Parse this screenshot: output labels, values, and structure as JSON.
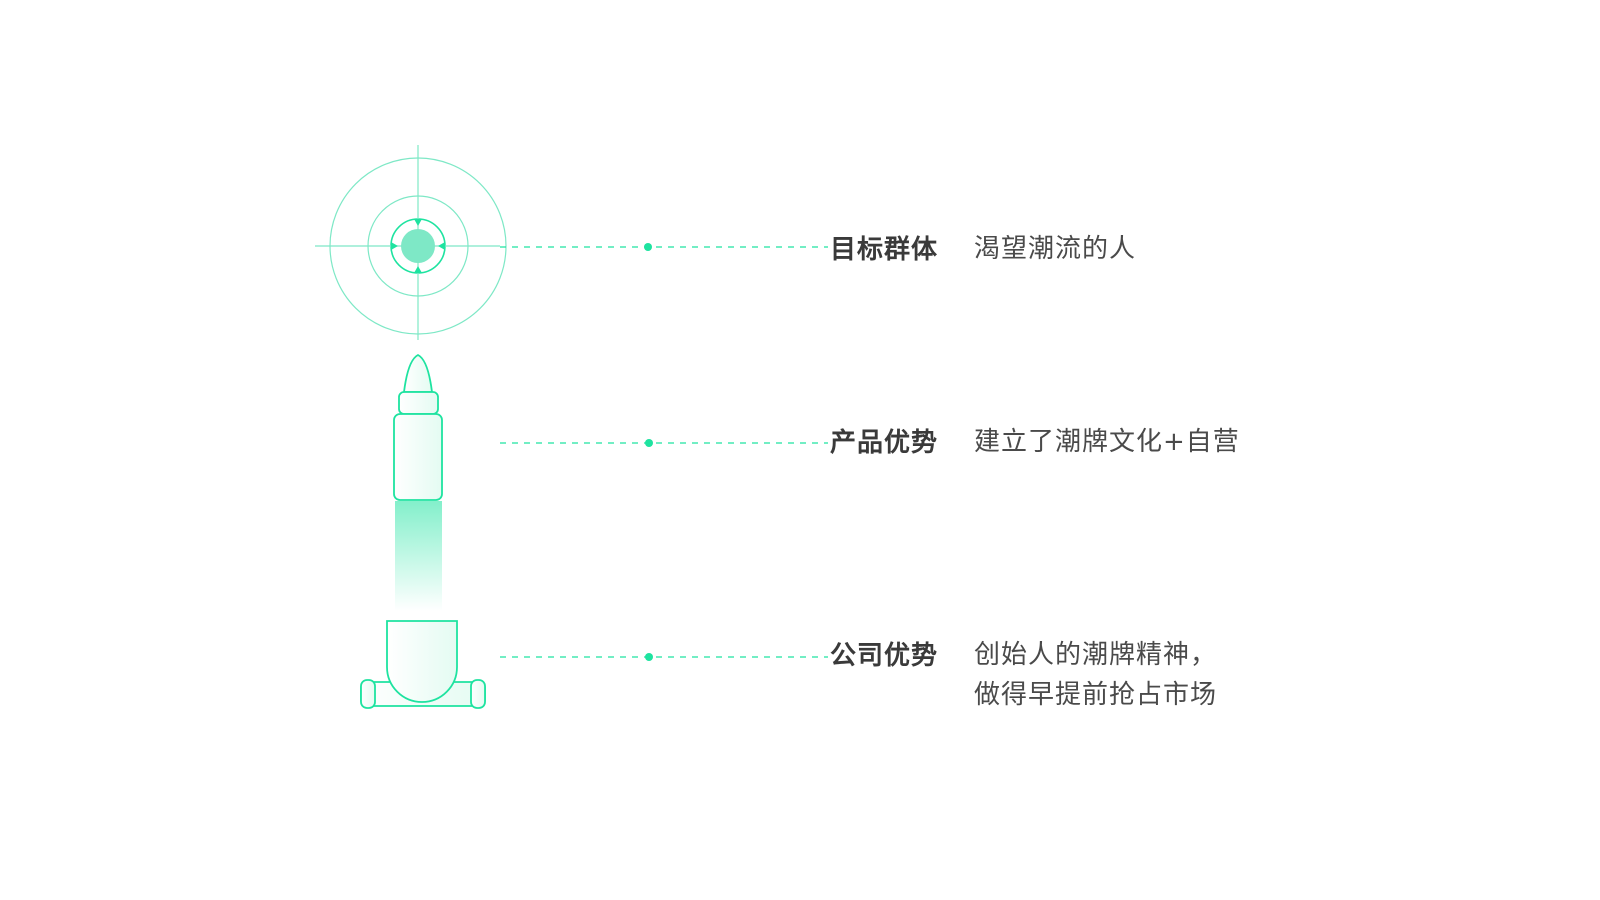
{
  "colors": {
    "accent": "#1ee3a0",
    "ring": "#7ee8c6",
    "text_label": "#3a3a3a",
    "text_desc": "#4a4a4a"
  },
  "rows": [
    {
      "label": "目标群体",
      "desc": [
        "渴望潮流的人"
      ]
    },
    {
      "label": "产品优势",
      "desc": [
        "建立了潮牌文化+自营"
      ]
    },
    {
      "label": "公司优势",
      "desc": [
        "创始人的潮牌精神，",
        "做得早提前抢占市场"
      ]
    }
  ]
}
